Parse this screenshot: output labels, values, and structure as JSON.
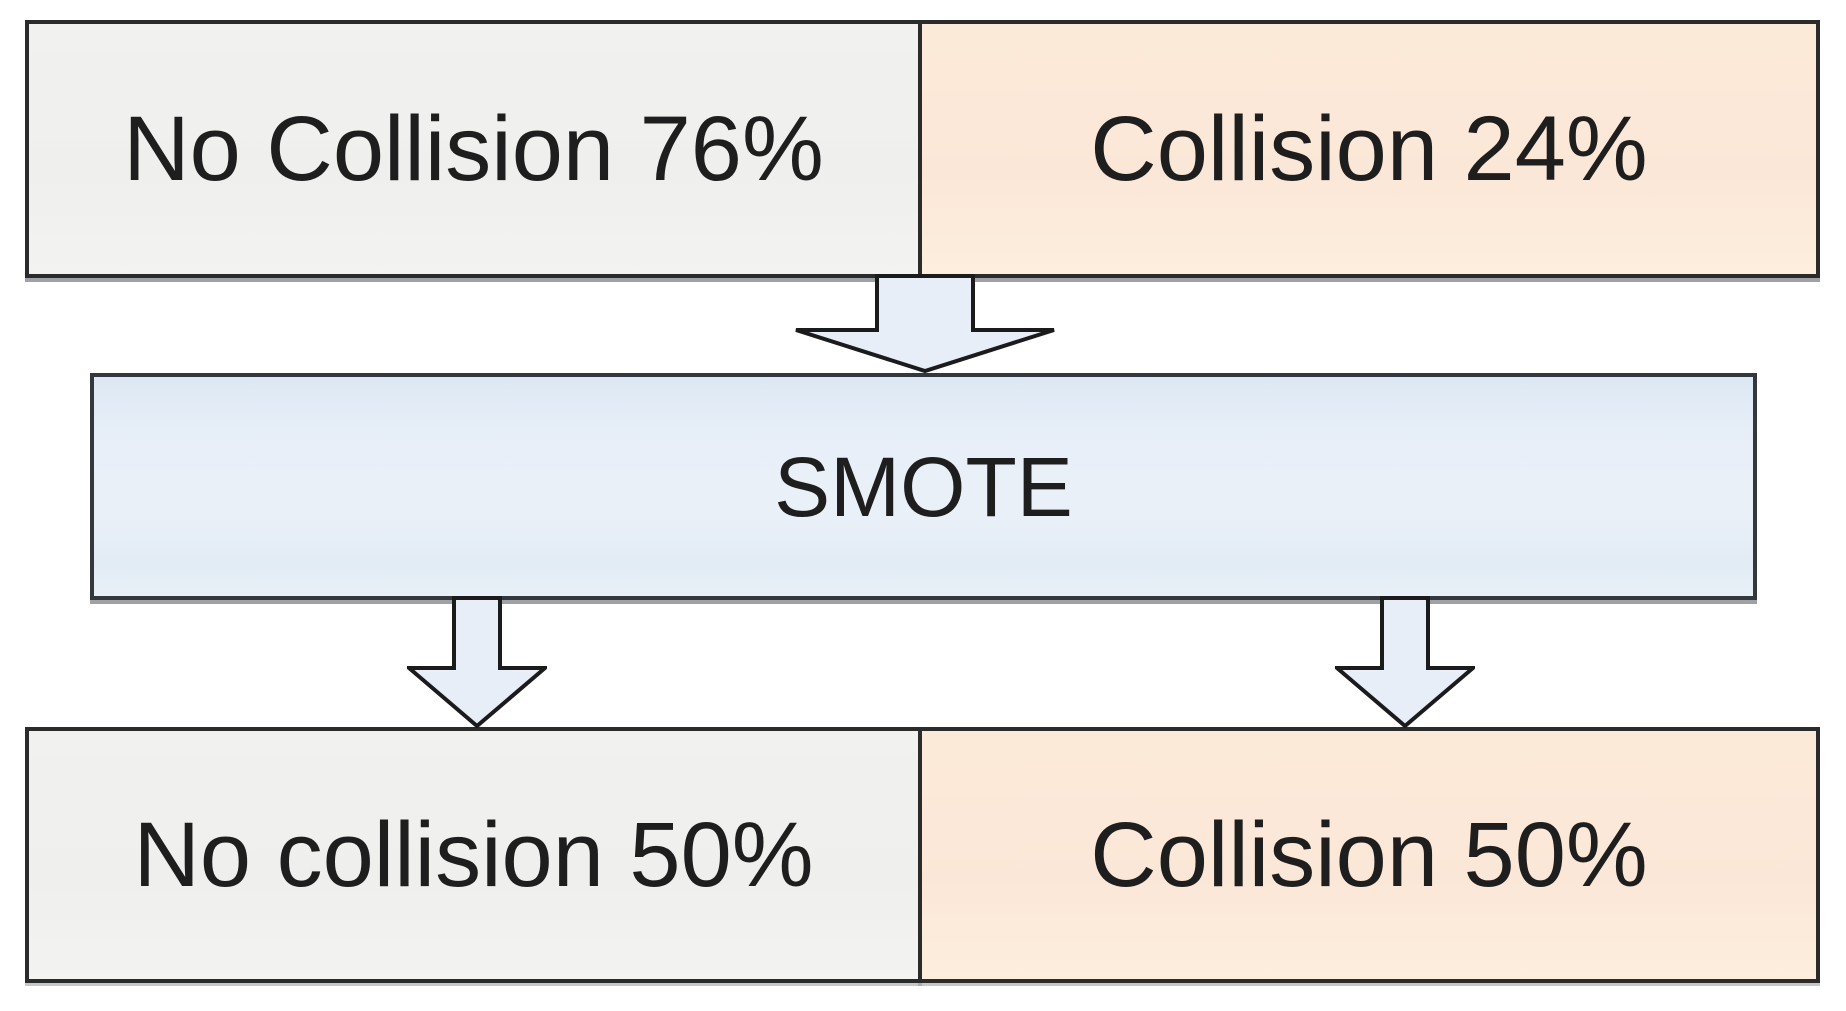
{
  "diagram": {
    "description": "SMOTE oversampling flow diagram",
    "top_row": {
      "left": {
        "label": "No Collision 76%",
        "fill": "#f0f0ee"
      },
      "right": {
        "label": "Collision 24%",
        "fill": "#fcead9"
      }
    },
    "process": {
      "label": "SMOTE",
      "fill_top": "#dde8f4",
      "fill_bottom": "#e9f0f7"
    },
    "bottom_row": {
      "left": {
        "label": "No collision 50%",
        "fill": "#f0f0ee"
      },
      "right": {
        "label": "Collision 50%",
        "fill": "#fcead9"
      }
    },
    "arrows": {
      "direction": "down",
      "count": 3,
      "fill": "#e7eef8",
      "stroke": "#1b1b1b"
    },
    "colors": {
      "border": "#2b2b2b",
      "text": "#1e1e1e",
      "background": "#ffffff"
    }
  }
}
